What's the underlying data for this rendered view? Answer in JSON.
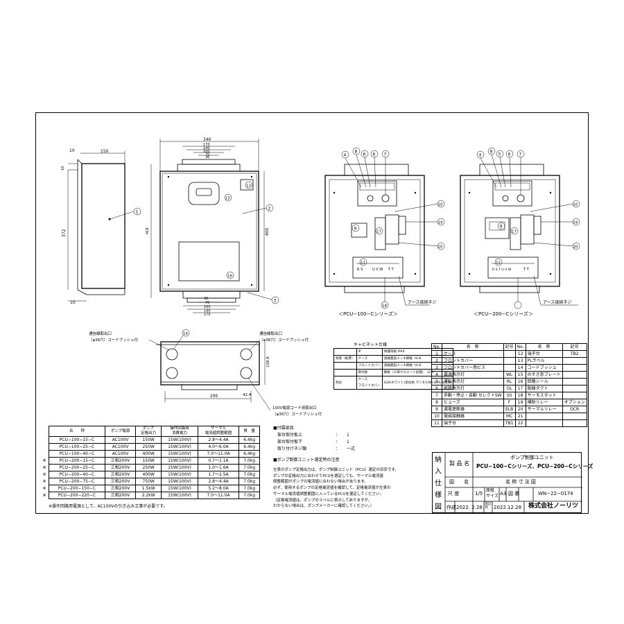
{
  "dims": {
    "side_depth": "150",
    "side_top": "10",
    "side_bottom": "10",
    "side_lip": "10",
    "side_height": "372",
    "front_w": "340",
    "front_170": "170",
    "front_140": "140",
    "front_100": "100",
    "front_70": "70",
    "front_36": "36",
    "front_left_h": "418",
    "front_right_h": "400",
    "bot_36": "36",
    "bot_70": "70",
    "bot_100": "100",
    "bot_140": "140",
    "bot_170": "170",
    "bottom_w": "295",
    "bottom_d": "108.8",
    "bottom_off": "42.4"
  },
  "callouts": {
    "side": [
      "1"
    ],
    "front": [
      "2",
      "3",
      "13",
      "15",
      "16"
    ],
    "p100_top": [
      "4",
      "8",
      "6",
      "6",
      "7"
    ],
    "p100_right": [
      "10",
      "19",
      "20"
    ],
    "p100_in": [
      "9",
      "17",
      "18",
      "11"
    ],
    "p200_top": [
      "4",
      "8",
      "5",
      "6",
      "7"
    ],
    "p200_right": [
      "10",
      "19",
      "20"
    ],
    "p200_in": [
      "9",
      "17",
      "11"
    ],
    "bottom": [
      "14"
    ]
  },
  "terminal_labels": {
    "rs": "R S",
    "uvw": "U V W",
    "tstt": "T T",
    "rstuvw": "R S T U V W"
  },
  "earth_label": "アース接続ネジ",
  "series_labels": [
    "＜PCU−100−Cシリーズ＞",
    "＜PCU−200−Cシリーズ＞"
  ],
  "bottom_labels": {
    "comm_out": "通信線取出口\n（φ36穴）コードブッシュ付",
    "comm_out2": "通信線取出口\n（φ36穴）コードブッシュ付",
    "power_out": "100V電源コード用取出口\n（φ36穴）コードブッシュ付"
  },
  "cabinet_table": {
    "title": "キャビネット仕様",
    "rows": [
      [
        "",
        "IP",
        "保護等級 IP44",
        ""
      ],
      [
        "材質（板厚）",
        "ケース",
        "溶融亜鉛メッキ鋼板  t0.8",
        ""
      ],
      [
        "",
        "フロントカバー",
        "溶融亜鉛メッキ鋼板  t0.8",
        ""
      ],
      [
        "",
        "取付板",
        "鋼板（三価クロメート処理）  t2.3",
        ""
      ],
      [
        "色彩",
        "ケース\nフロントカバー",
        "GQAホワイト(近似色 マンセルN9.3/Y6.4/1.0)",
        ""
      ]
    ]
  },
  "parts_table": {
    "headers": [
      "No.",
      "名　称",
      "記号",
      "No.",
      "名　称",
      "記号"
    ],
    "rows": [
      [
        "1",
        "ケース",
        "",
        "12",
        "端子台",
        "TB2"
      ],
      [
        "2",
        "フロントカバー",
        "",
        "13",
        "PLラベル",
        ""
      ],
      [
        "3",
        "フロントカバー用ビス",
        "",
        "14",
        "コードブッシュ",
        ""
      ],
      [
        "4",
        "電源表示灯",
        "WL",
        "15",
        "のぞき窓プレート",
        ""
      ],
      [
        "5",
        "運転表示灯",
        "RL",
        "16",
        "回路シール",
        ""
      ],
      [
        "6",
        "故障表示灯",
        "OL",
        "17",
        "配線ダクト",
        ""
      ],
      [
        "7",
        "手動・停止・自動 セレクトSW",
        "SS",
        "18",
        "サーモスタット",
        ""
      ],
      [
        "8",
        "ヒューズ",
        "F",
        "19",
        "補助リレー",
        "オプション"
      ],
      [
        "9",
        "漏電遮断器",
        "ELB",
        "20",
        "サーマルリレー",
        "OCR"
      ],
      [
        "10",
        "電磁接触器",
        "MC",
        "21",
        "",
        ""
      ],
      [
        "11",
        "端子台",
        "TB1",
        "22",
        "",
        ""
      ]
    ]
  },
  "spec_table": {
    "headers": [
      "名　　称",
      "ポンプ電源",
      "ポンプ\n定格出力",
      "操作回路用\n消費電力",
      "サーマル\n電流値調整範囲",
      "質　量"
    ],
    "rows": [
      [
        "",
        "PCU−100−15−C",
        "AC100V",
        "150W",
        "15W(100V)",
        "2.8〜4.4A",
        "6.4kg"
      ],
      [
        "",
        "PCU−100−25−C",
        "AC100V",
        "250W",
        "15W(100V)",
        "4.0〜6.0A",
        "6.4kg"
      ],
      [
        "",
        "PCU−100−40−C",
        "AC100V",
        "400W",
        "15W(100V)",
        "7.0〜11.0A",
        "6.4kg"
      ],
      [
        "※",
        "PCU−200−15−C",
        "三相200V",
        "150W",
        "15W(100V)",
        "0.7〜1.1A",
        "7.0kg"
      ],
      [
        "※",
        "PCU−200−25−C",
        "三相200V",
        "250W",
        "15W(100V)",
        "1.0〜1.6A",
        "7.0kg"
      ],
      [
        "※",
        "PCU−200−40−C",
        "三相200V",
        "400W",
        "15W(100V)",
        "1.7〜2.5A",
        "7.0kg"
      ],
      [
        "※",
        "PCU−200−75−C",
        "三相200V",
        "750W",
        "15W(100V)",
        "2.8〜4.4A",
        "7.0kg"
      ],
      [
        "※",
        "PCU−200−150−C",
        "三相200V",
        "1.5kW",
        "15W(100V)",
        "5.2〜8.0A",
        "7.0kg"
      ],
      [
        "※",
        "PCU−200−220−C",
        "三相200V",
        "2.2kW",
        "15W(100V)",
        "7.0〜11.0A",
        "7.0kg"
      ]
    ],
    "footnote": "※操作回路用電源として、AC100Vの引き込み工事が必要です。"
  },
  "accessories": {
    "title": "■付属部品",
    "rows": [
      [
        "架台取付板上",
        "：",
        "1"
      ],
      [
        "架台取付板下",
        "：",
        "1"
      ],
      [
        "取り付けネジ類",
        "：",
        "一式"
      ]
    ]
  },
  "selection_notes": {
    "title": "■ポンプ制御ユニット選定時の注意",
    "lines": [
      "左表のポンプ定格出力は、ポンプ制御ユニット（PCU）選定の目安です。",
      "ポンプの定格出力に合わせてPCUを選定しても、サーマル電流値",
      "調整範囲がポンプの電流値に合わない場合があります。",
      "必ず、使用するポンプの定格電流値を確認して、定格電流値が左表の",
      "サーマル電流値調整範囲に入っているPCUを選定してください。",
      "（定格電流値は、ポンプのラベルに表示してありますが、",
      "わからない場合は、ポンプメーカーに確認してください。）"
    ]
  },
  "title_block": {
    "vertical": [
      "納",
      "入",
      "仕",
      "様",
      "図"
    ],
    "product_label": "製 品 名",
    "product_name": "ポンプ制御ユニット",
    "product_series": "PCU−100−Cシリーズ、PCU−200−Cシリーズ",
    "drawing_label": "図　　名",
    "drawing_name": "名 称 寸 法 図",
    "scale_label": "尺 度",
    "scale": "1/5",
    "paper_label": "原紙\nサイズ",
    "paper": "A3",
    "number_label": "図 番",
    "number": "WN−22−0174",
    "made_label": "作成",
    "made_date": "2022. 2.28",
    "rev_label": "改訂日",
    "rev_date": "2022.12.28",
    "company": "株式会社ノーリツ"
  }
}
